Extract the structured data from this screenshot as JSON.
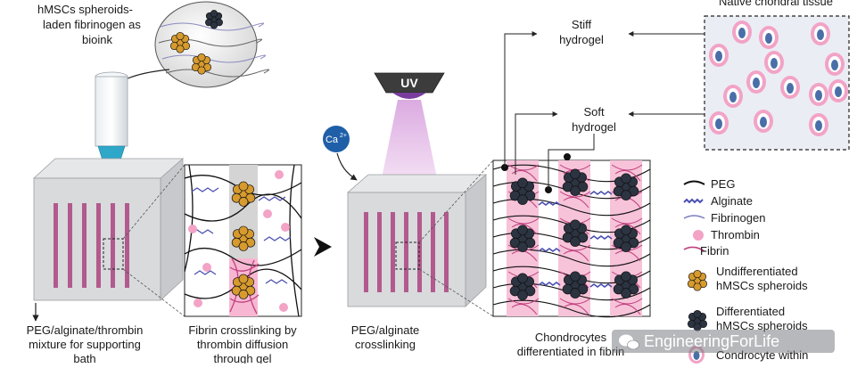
{
  "labels": {
    "bioink": [
      "hMSCs spheroids-",
      "laden fibrinogen as",
      "bioink"
    ],
    "native": "Native chondral tissue",
    "stiff": [
      "Stiff",
      "hydrogel"
    ],
    "soft": [
      "Soft",
      "hydrogel"
    ],
    "uv": "UV",
    "ca": "Ca",
    "ca_sup": "2+",
    "peg_alginate_thrombin": [
      "PEG/alginate/thrombin",
      "mixture for supporting",
      "bath"
    ],
    "fibrin_crosslinking": [
      "Fibrin crosslinking by",
      "thrombin diffusion",
      "through gel"
    ],
    "peg_alginate_crosslinking": [
      "PEG/alginate",
      "crosslinking"
    ],
    "chondrocytes": [
      "Chondrocytes",
      "differentiated in fibrin"
    ]
  },
  "legend": {
    "peg": "PEG",
    "alginate": "Alginate",
    "fibrinogen": "Fibrinogen",
    "thrombin": "Thrombin",
    "fibrin": "Fibrin",
    "undiff": [
      "Undifferentiated",
      "hMSCs spheroids"
    ],
    "diff": [
      "Differentiated",
      "hMSCs spheroids"
    ],
    "condro": "Condrocyte within"
  },
  "watermark": "EngineeringForLife",
  "colors": {
    "pink": "#f2a3c6",
    "magenta": "#c0407e",
    "blue_line": "#4a4fb0",
    "uv_purple": "#7a3d9e",
    "ca_blue": "#1f5fa8",
    "nozzle": "#2fa7c9",
    "spheroid_gold": "#d69a2e",
    "spheroid_dark": "#2c3442"
  }
}
